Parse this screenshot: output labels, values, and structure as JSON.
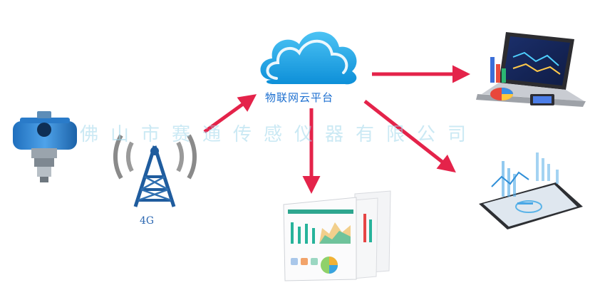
{
  "labels": {
    "network": "4G",
    "cloud": "物联网云平台"
  },
  "watermark": "佛山市赛通传感仪器有限公司",
  "icons": {
    "sensor": "pressure-transmitter",
    "tower": "cell-tower",
    "cloud": "cloud",
    "laptop": "laptop-dashboard",
    "monitor": "dashboard-screens",
    "phone": "smartphone-analytics"
  },
  "colors": {
    "arrow": "#e4234a",
    "cloud": "#16a3e8",
    "tower": "#1f5c9e",
    "sensor": "#2e86d4"
  }
}
